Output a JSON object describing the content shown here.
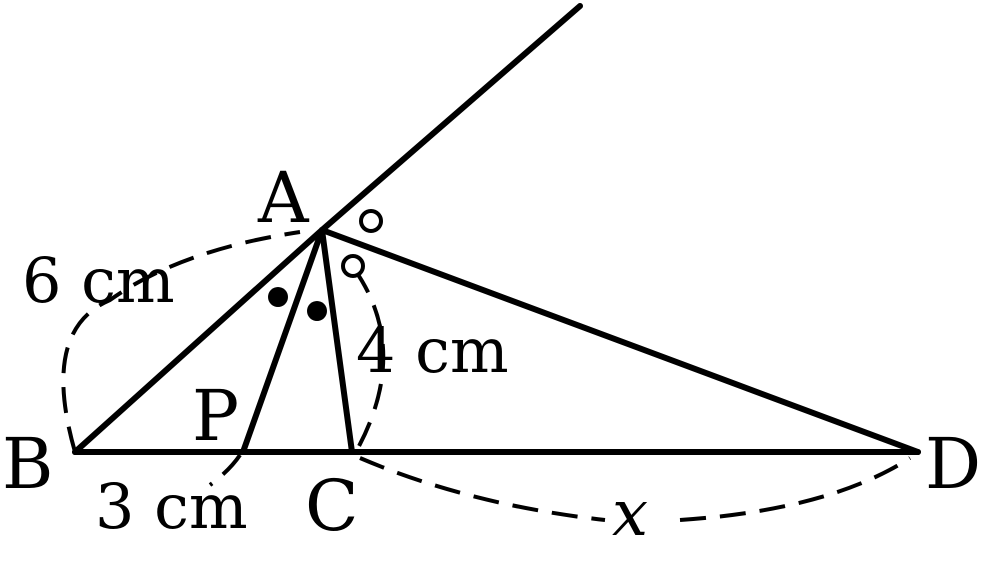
{
  "points": {
    "A": "A",
    "B": "B",
    "C": "C",
    "D": "D",
    "P": "P"
  },
  "measures": {
    "AB": "6 cm",
    "BP": "3 cm",
    "AC": "4 cm",
    "CD": "x"
  },
  "colors": {
    "ink": "#000000",
    "background": "#ffffff"
  }
}
